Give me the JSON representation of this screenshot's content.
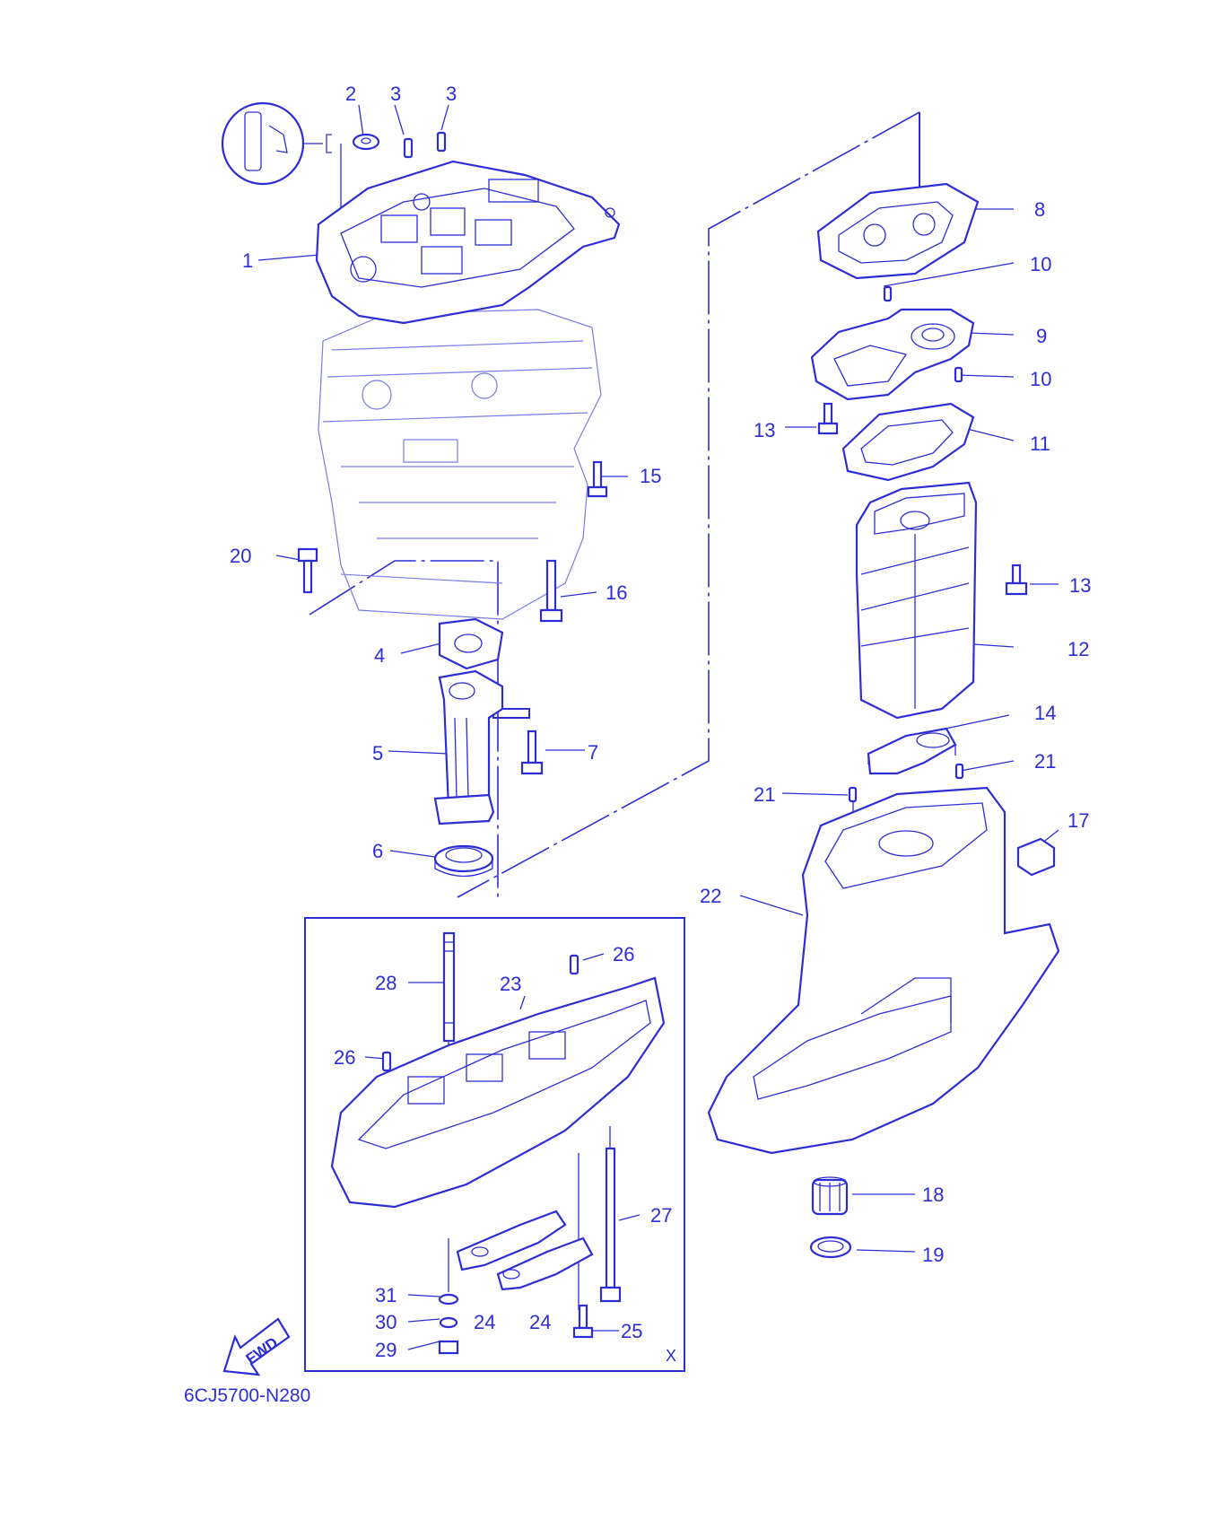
{
  "diagram_code": "6CJ5700-N280",
  "fwd_label": "FWD",
  "box_marker": "X",
  "colors": {
    "ink": "#2d2dd6",
    "background": "#ffffff"
  },
  "callouts": [
    {
      "id": "c1",
      "text": "1"
    },
    {
      "id": "c2",
      "text": "2"
    },
    {
      "id": "c3a",
      "text": "3"
    },
    {
      "id": "c3b",
      "text": "3"
    },
    {
      "id": "c4",
      "text": "4"
    },
    {
      "id": "c5",
      "text": "5"
    },
    {
      "id": "c6",
      "text": "6"
    },
    {
      "id": "c7",
      "text": "7"
    },
    {
      "id": "c8",
      "text": "8"
    },
    {
      "id": "c9",
      "text": "9"
    },
    {
      "id": "c10a",
      "text": "10"
    },
    {
      "id": "c10b",
      "text": "10"
    },
    {
      "id": "c11",
      "text": "11"
    },
    {
      "id": "c12",
      "text": "12"
    },
    {
      "id": "c13a",
      "text": "13"
    },
    {
      "id": "c13b",
      "text": "13"
    },
    {
      "id": "c14",
      "text": "14"
    },
    {
      "id": "c15",
      "text": "15"
    },
    {
      "id": "c16",
      "text": "16"
    },
    {
      "id": "c17",
      "text": "17"
    },
    {
      "id": "c18",
      "text": "18"
    },
    {
      "id": "c19",
      "text": "19"
    },
    {
      "id": "c20",
      "text": "20"
    },
    {
      "id": "c21a",
      "text": "21"
    },
    {
      "id": "c21b",
      "text": "21"
    },
    {
      "id": "c22",
      "text": "22"
    },
    {
      "id": "c23",
      "text": "23"
    },
    {
      "id": "c24a",
      "text": "24"
    },
    {
      "id": "c24b",
      "text": "24"
    },
    {
      "id": "c25",
      "text": "25"
    },
    {
      "id": "c26a",
      "text": "26"
    },
    {
      "id": "c26b",
      "text": "26"
    },
    {
      "id": "c27",
      "text": "27"
    },
    {
      "id": "c28",
      "text": "28"
    },
    {
      "id": "c29",
      "text": "29"
    },
    {
      "id": "c30",
      "text": "30"
    },
    {
      "id": "c31",
      "text": "31"
    }
  ]
}
